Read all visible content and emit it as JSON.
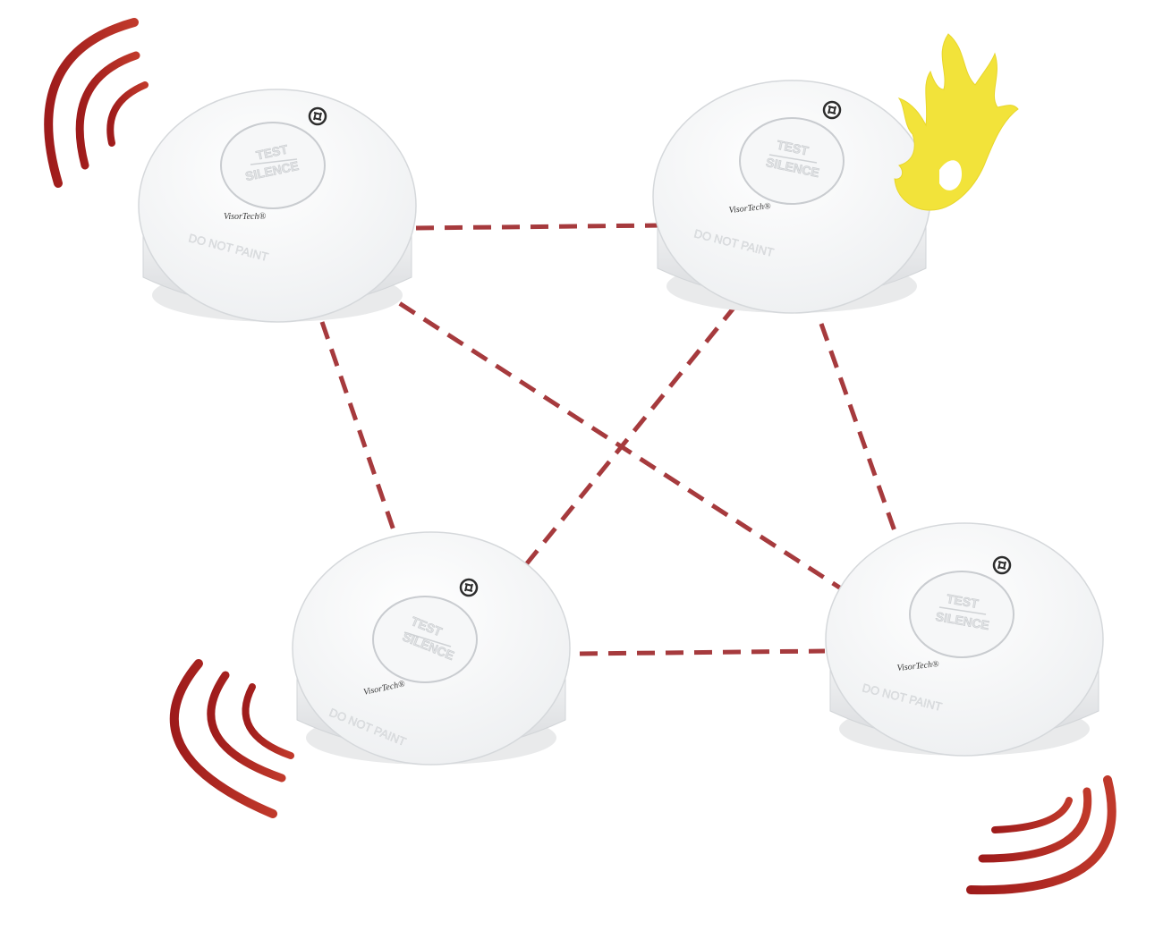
{
  "detectors": [
    {
      "id": "top-left",
      "button_line1": "TEST",
      "button_line2": "SILENCE",
      "brand": "VisorTech®",
      "paint_warning": "DO NOT PAINT"
    },
    {
      "id": "top-right",
      "button_line1": "TEST",
      "button_line2": "SILENCE",
      "brand": "VisorTech®",
      "paint_warning": "DO NOT PAINT"
    },
    {
      "id": "bottom-left",
      "button_line1": "TEST",
      "button_line2": "SILENCE",
      "brand": "VisorTech®",
      "paint_warning": "DO NOT PAINT"
    },
    {
      "id": "bottom-right",
      "button_line1": "TEST",
      "button_line2": "SILENCE",
      "brand": "VisorTech®",
      "paint_warning": "DO NOT PAINT"
    }
  ],
  "links": [
    {
      "from": "top-left",
      "to": "top-right"
    },
    {
      "from": "top-left",
      "to": "bottom-left"
    },
    {
      "from": "top-left",
      "to": "bottom-right"
    },
    {
      "from": "top-right",
      "to": "bottom-left"
    },
    {
      "from": "top-right",
      "to": "bottom-right"
    },
    {
      "from": "bottom-left",
      "to": "bottom-right"
    }
  ],
  "alarm_sources": [
    "top-left",
    "bottom-left",
    "bottom-right"
  ],
  "fire_source": "top-right",
  "colors": {
    "link": "#a63a3d",
    "alarm_wave": "#9e1b1b",
    "flame": "#f2e33a",
    "detector_body": "#f4f5f6"
  },
  "icons": {
    "fire": "flame-icon",
    "detector_vent": "vent-icon",
    "alarm": "sound-wave-icon"
  }
}
